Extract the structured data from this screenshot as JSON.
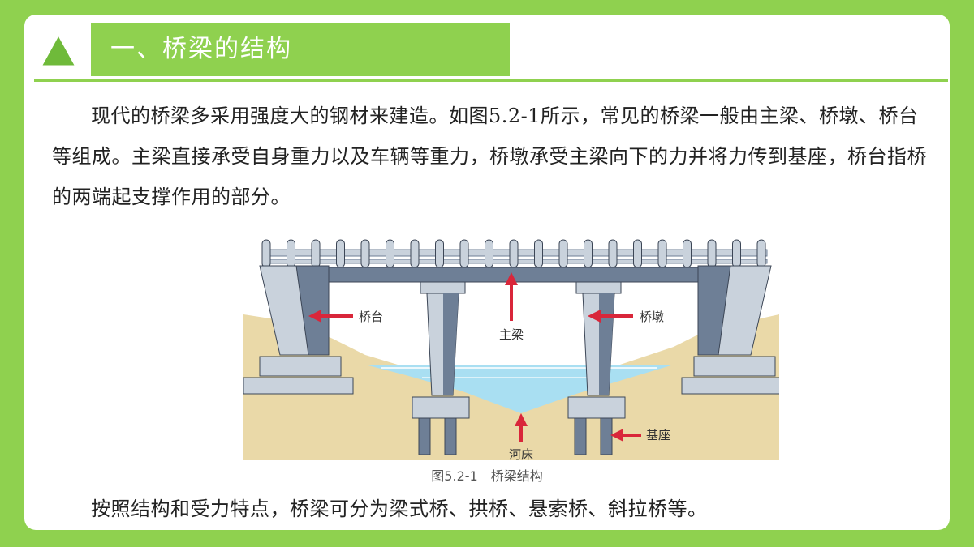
{
  "header": {
    "title": "一、桥梁的结构"
  },
  "body": {
    "paragraph": "现代的桥梁多采用强度大的钢材来建造。如图5.2-1所示，常见的桥梁一般由主梁、桥墩、桥台等组成。主梁直接承受自身重力以及车辆等重力，桥墩承受主梁向下的力并将力传到基座，桥台指桥的两端起支撑作用的部分。",
    "closing": "按照结构和受力特点，桥梁可分为梁式桥、拱桥、悬索桥、斜拉桥等。"
  },
  "figure": {
    "caption": "图5.2-1　桥梁结构",
    "labels": {
      "abutment": "桥台",
      "main_beam": "主梁",
      "pier": "桥墩",
      "foundation": "基座",
      "riverbed": "河床"
    }
  },
  "colors": {
    "accent": "#8fd14f",
    "arrow": "#d9263a",
    "water": "#a9dff2",
    "soil": "#ead9a8",
    "steel": "#6e7f96"
  }
}
